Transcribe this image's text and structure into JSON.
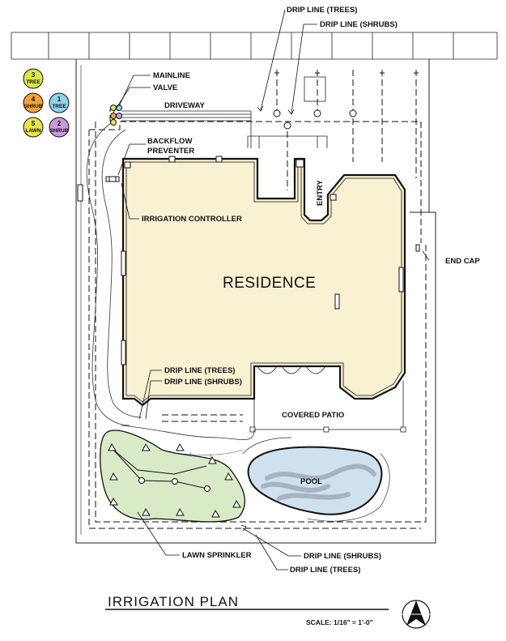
{
  "labels": {
    "drip_trees_top": "DRIP LINE (TREES)",
    "drip_shrubs_top": "DRIP LINE (SHRUBS)",
    "mainline": "MAINLINE",
    "valve": "VALVE",
    "driveway": "DRIVEWAY",
    "backflow_1": "BACKFLOW",
    "backflow_2": "PREVENTER",
    "controller": "IRRIGATION CONTROLLER",
    "entry": "ENTRY",
    "residence": "RESIDENCE",
    "end_cap": "END CAP",
    "drip_trees_mid": "DRIP LINE (TREES)",
    "drip_shrubs_mid": "DRIP LINE (SHRUBS)",
    "covered_patio": "COVERED PATIO",
    "pool": "POOL",
    "lawn_sprinkler": "LAWN SPRINKLER",
    "drip_shrubs_bottom": "DRIP LINE (SHRUBS)",
    "drip_trees_bottom": "DRIP LINE (TREES)"
  },
  "legend": [
    {
      "num": "3",
      "label": "TREE",
      "color": "#d8e84a"
    },
    {
      "num": "4",
      "label": "SHRUB",
      "color": "#f2a23a"
    },
    {
      "num": "1",
      "label": "TREE",
      "color": "#8fd3e8"
    },
    {
      "num": "5",
      "label": "LAWN",
      "color": "#e8e44a"
    },
    {
      "num": "2",
      "label": "SHRUB",
      "color": "#c79ad8"
    }
  ],
  "footer": {
    "title": "IRRIGATION PLAN",
    "scale": "SCALE: 1/16\" = 1'-0\""
  },
  "colors": {
    "residence_fill": "#f8f1d2",
    "lawn_fill": "#d9eac6",
    "pool_fill": "#cfe0ee",
    "line": "#1a1a1a"
  }
}
